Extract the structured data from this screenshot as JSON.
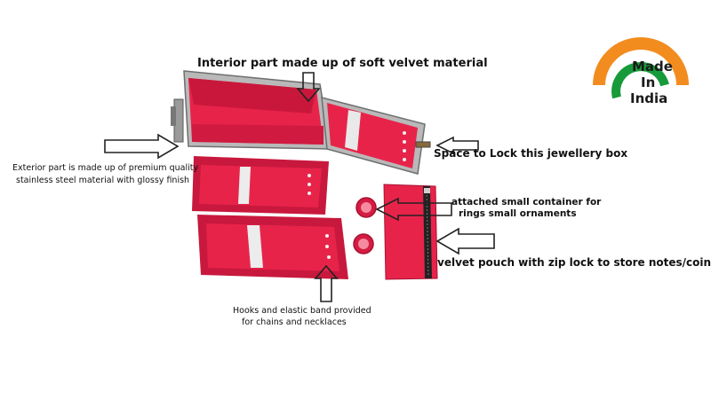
{
  "logo": {
    "line1": "Made",
    "line2": "In",
    "line3": "India",
    "colors": {
      "saffron": "#f28c1e",
      "white": "#ffffff",
      "green": "#179a3a"
    }
  },
  "callouts": {
    "interior": "Interior part made up of soft velvet material",
    "exterior_line1": "Exterior part is made up of premium quality",
    "exterior_line2": "stainless steel material with glossy finish",
    "lock": "Space to Lock this jewellery box",
    "container_line1": "attached small container for",
    "container_line2": "rings small ornaments",
    "pouch": "velvet pouch with zip lock to store notes/coins",
    "hooks_line1": "Hooks and elastic band provided",
    "hooks_line2": "for chains and necklaces"
  },
  "colors": {
    "velvet": "#e8234a",
    "velvet_dark": "#b5122f",
    "steel": "#b9b9b9",
    "steel_dark": "#7a7a7a",
    "zip": "#222222"
  }
}
